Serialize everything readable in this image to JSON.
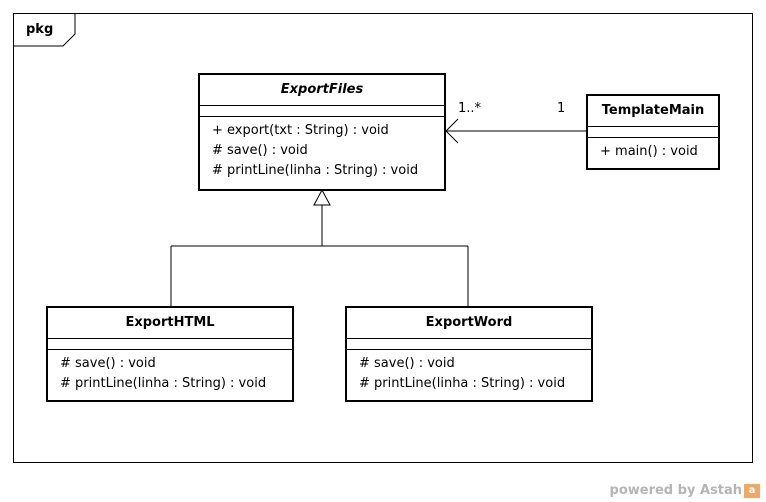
{
  "package": {
    "label": "pkg"
  },
  "classes": {
    "export_files": {
      "name": "ExportFiles",
      "abstract": true,
      "operations": [
        "+ export(txt : String) : void",
        "# save() : void",
        "# printLine(linha : String) : void"
      ]
    },
    "template_main": {
      "name": "TemplateMain",
      "operations": [
        "+ main() : void"
      ]
    },
    "export_html": {
      "name": "ExportHTML",
      "operations": [
        "# save() : void",
        "# printLine(linha : String) : void"
      ]
    },
    "export_word": {
      "name": "ExportWord",
      "operations": [
        "# save() : void",
        "# printLine(linha : String) : void"
      ]
    }
  },
  "association": {
    "multiplicity_export_files": "1..*",
    "multiplicity_template_main": "1"
  },
  "watermark": {
    "text": "powered by Astah",
    "logo_text": "a"
  }
}
